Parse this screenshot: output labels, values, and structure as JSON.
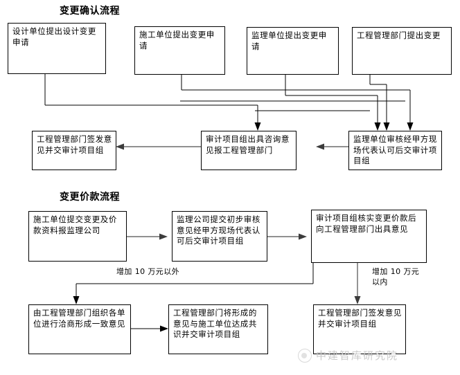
{
  "document": {
    "type": "flowchart",
    "sections": [
      {
        "id": "change-confirmation",
        "title": "变更确认流程"
      },
      {
        "id": "change-price",
        "title": "变更价款流程"
      }
    ]
  },
  "flow1": {
    "title": "变更确认流程",
    "nodes": [
      {
        "id": "n1",
        "text": "设计单位提出设计变更申请"
      },
      {
        "id": "n2",
        "text": "施工单位提出变更申请"
      },
      {
        "id": "n3",
        "text": "监理单位提出变更申请"
      },
      {
        "id": "n4",
        "text": "工程管理部门提出变更"
      },
      {
        "id": "n5",
        "text": "工程管理部门签发意见并交审计项目组"
      },
      {
        "id": "n6",
        "text": "审计项目组出具咨询意见报工程管理部门"
      },
      {
        "id": "n7",
        "text": "监理单位审核经甲方现场代表认可后交审计项目组"
      }
    ]
  },
  "flow2": {
    "title": "变更价款流程",
    "nodes": [
      {
        "id": "m1",
        "text": "施工单位提交变更及价款资料报监理公司"
      },
      {
        "id": "m2",
        "text": "监理公司提交初步审核意见经甲方现场代表认可后交审计项目组"
      },
      {
        "id": "m3",
        "text": "审计项目组核实变更价款后向工程管理部门出具意见"
      },
      {
        "id": "m4",
        "text": "由工程管理部门组织各单位进行洽商形成一致意见"
      },
      {
        "id": "m5",
        "text": "工程管理部门将形成的意见与施工单位达成共识并交审计项目组"
      },
      {
        "id": "m6",
        "text": "工程管理部门签发意见并交审计项目组"
      }
    ],
    "edge_labels": [
      {
        "id": "lbl-outside",
        "text": "增加 10 万元以外"
      },
      {
        "id": "lbl-inside",
        "text": "增加 10 万元\n以内"
      }
    ]
  },
  "watermark": {
    "text": "中建智库研究院",
    "logo": "circle-logo-icon"
  },
  "colors": {
    "line": "#000000",
    "line_gray": "#4d4d4d",
    "text": "#000000",
    "background": "#ffffff",
    "watermark": "#c9c9c9"
  }
}
